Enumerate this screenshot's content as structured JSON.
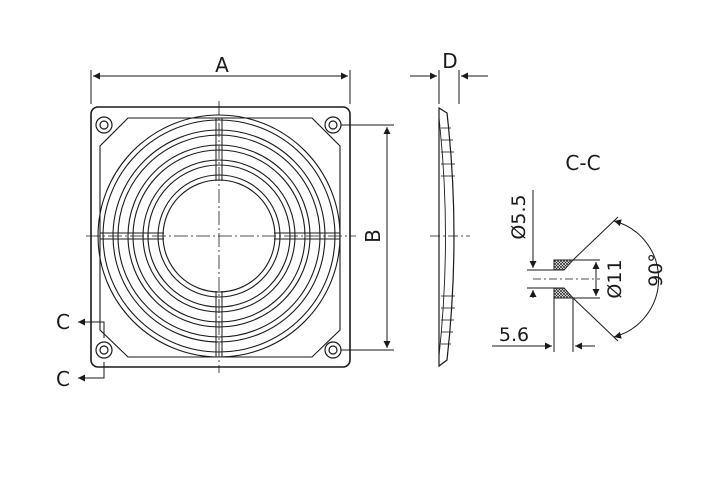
{
  "labels": {
    "width": "A",
    "height": "B",
    "depth": "D",
    "section_marker_top": "C",
    "section_marker_bottom": "C",
    "section_title": "C-C",
    "hole_diameter": "Ø5.5",
    "counterbore_diameter": "Ø11",
    "countersink_angle": "90°",
    "thickness": "5.6"
  },
  "colors": {
    "line": "#1a1a1a",
    "hatch": "#333333",
    "background": "#ffffff"
  }
}
